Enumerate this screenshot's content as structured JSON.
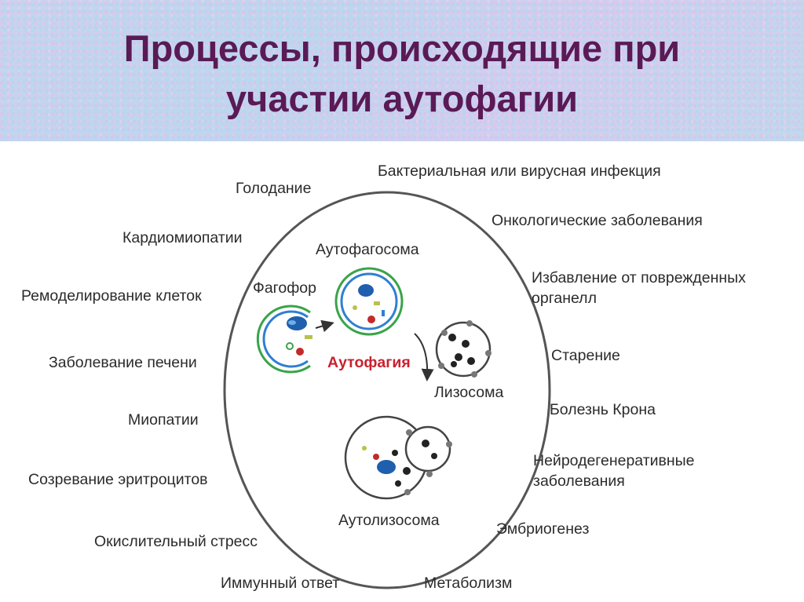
{
  "title": {
    "line1": "Процессы, происходящие при",
    "line2": "участии аутофагии"
  },
  "center_labels": {
    "autophagosome": "Аутофагосома",
    "phagophore": "Фагофор",
    "autophagy": "Аутофагия",
    "lysosome": "Лизосома",
    "autolysosome": "Аутолизосома"
  },
  "processes": [
    "Голодание",
    "Бактериальная или вирусная инфекция",
    "Кардиомиопатии",
    "Онкологические заболевания",
    "Ремоделирование клеток",
    "Избавление от поврежденных органелл",
    "Заболевание печени",
    "Старение",
    "Болезнь Крона",
    "Миопатии",
    "Нейродегенеративные заболевания",
    "Созревание эритроцитов",
    "Эмбриогенез",
    "Окислительный стресс",
    "Иммунный ответ",
    "Метаболизм"
  ],
  "colors": {
    "title": "#5a1a55",
    "autophagy_label": "#c8222f",
    "membrane_green": "#3aa34a",
    "membrane_blue": "#2f7fd1"
  }
}
